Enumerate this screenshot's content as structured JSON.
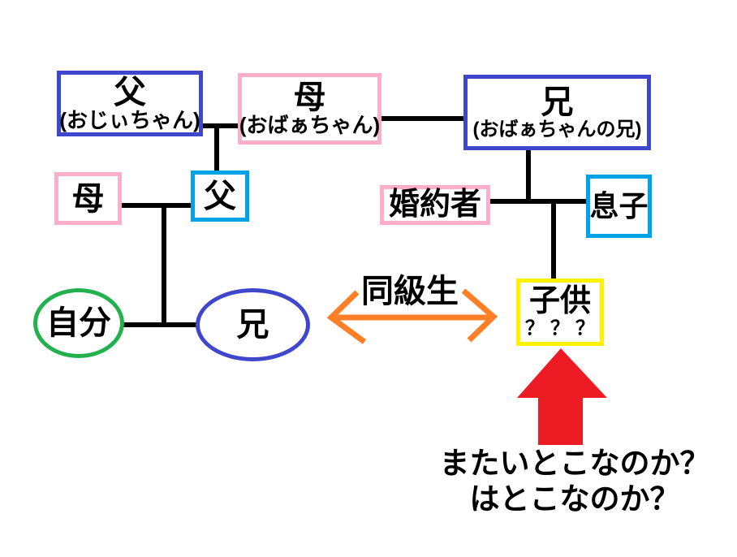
{
  "diagram": {
    "kind": "family-tree",
    "background": "#FFFFFF"
  },
  "colors": {
    "indigo": "#3F48CC",
    "pink": "#FFAEC9",
    "cyan": "#00A2E8",
    "green": "#22B14C",
    "yellow": "#FFF200",
    "red": "#ED1C24",
    "orange": "#FF7F27",
    "line": "#000000",
    "text": "#000000"
  },
  "nodes": {
    "grandfather": {
      "label": "父",
      "sublabel": "(おじぃちゃん)",
      "shape": "rect",
      "border_color": "#3F48CC"
    },
    "grandmother": {
      "label": "母",
      "sublabel": "(おばぁちゃん)",
      "shape": "rect",
      "border_color": "#FFAEC9"
    },
    "grandmother_brother": {
      "label": "兄",
      "sublabel": "(おばぁちゃんの兄)",
      "shape": "rect",
      "border_color": "#3F48CC"
    },
    "mother": {
      "label": "母",
      "shape": "rect",
      "border_color": "#FFAEC9"
    },
    "father": {
      "label": "父",
      "shape": "rect",
      "border_color": "#00A2E8"
    },
    "fiancee": {
      "label": "婚約者",
      "shape": "rect",
      "border_color": "#FFAEC9"
    },
    "son": {
      "label": "息子",
      "shape": "rect",
      "border_color": "#00A2E8"
    },
    "child": {
      "label": "子供",
      "sublabel": "？？？",
      "shape": "rect",
      "border_color": "#FFF200"
    },
    "myself": {
      "label": "自分",
      "shape": "ellipse",
      "border_color": "#22B14C"
    },
    "brother": {
      "label": "兄",
      "shape": "ellipse",
      "border_color": "#3F48CC"
    }
  },
  "annotations": {
    "classmate_label": "同級生",
    "question_line1": "またいとこなのか？",
    "question_line2": "はとこなのか？"
  }
}
